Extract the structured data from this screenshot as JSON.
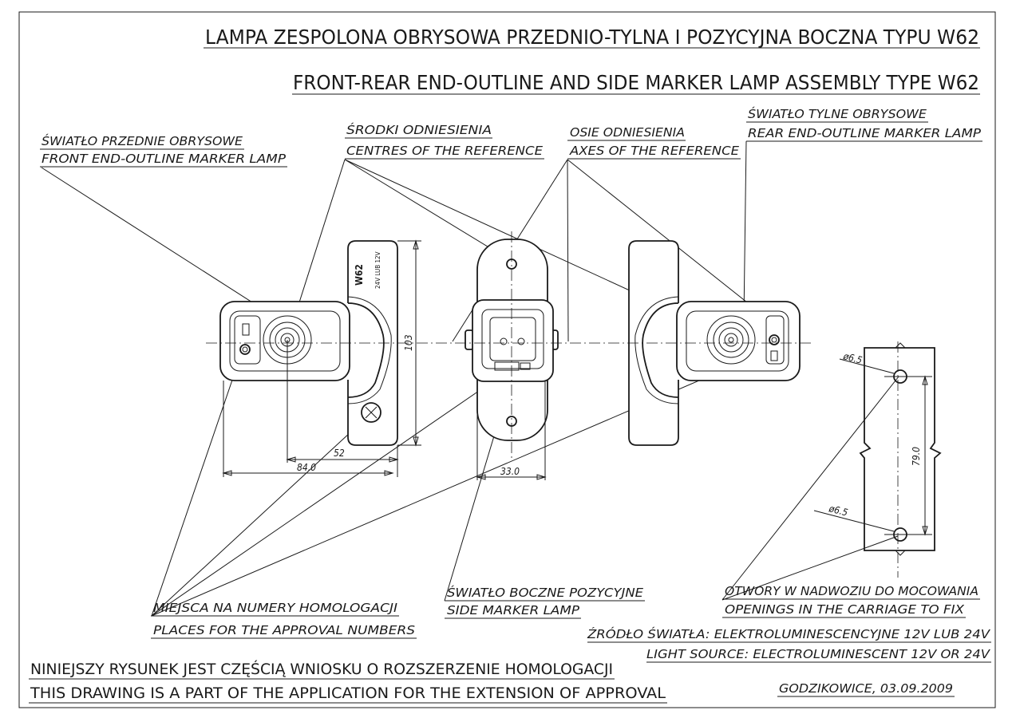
{
  "title_pl": "LAMPA  ZESPOLONA OBRYSOWA PRZEDNIO-TYLNA I POZYCYJNA BOCZNA TYPU W62",
  "title_en": "FRONT-REAR END-OUTLINE AND SIDE MARKER LAMP ASSEMBLY TYPE W62",
  "labels": {
    "front_pl": "ŚWIATŁO PRZEDNIE OBRYSOWE",
    "front_en": "FRONT END-OUTLINE MARKER LAMP",
    "centres_pl": "ŚRODKI ODNIESIENIA",
    "centres_en": "CENTRES OF THE REFERENCE",
    "axes_pl": "OSIE ODNIESIENIA",
    "axes_en": "AXES OF THE REFERENCE",
    "rear_pl": "ŚWIATŁO TYLNE OBRYSOWE",
    "rear_en": "REAR END-OUTLINE MARKER LAMP",
    "approval_pl": "MIEJSCA NA NUMERY HOMOLOGACJI",
    "approval_en": "PLACES FOR THE APPROVAL NUMBERS",
    "side_pl": "ŚWIATŁO BOCZNE POZYCYJNE",
    "side_en": "SIDE MARKER LAMP",
    "holes_pl": "OTWORY W NADWOZIU DO MOCOWANIA",
    "holes_en": "OPENINGS IN THE CARRIAGE TO FIX"
  },
  "source_pl": "ŹRÓDŁO ŚWIATŁA: ELEKTROLUMINESCENCYJNE 12V LUB 24V",
  "source_en": "LIGHT SOURCE: ELECTROLUMINESCENT 12V OR 24V",
  "note_pl": "NINIEJSZY RYSUNEK JEST CZĘŚCIĄ WNIOSKU O ROZSZERZENIE HOMOLOGACJI",
  "note_en": "THIS DRAWING IS A PART OF THE APPLICATION FOR THE EXTENSION OF APPROVAL",
  "place_date": "GODZIKOWICE, 03.09.2009",
  "dims": {
    "height": "103",
    "offset": "52",
    "width": "84.0",
    "side_width": "33.0",
    "hole_top": "ø6.5",
    "hole_bottom": "ø6.5",
    "hole_spacing": "79.0"
  },
  "marks": {
    "type": "W62",
    "voltage": "24V LUB 12V"
  }
}
